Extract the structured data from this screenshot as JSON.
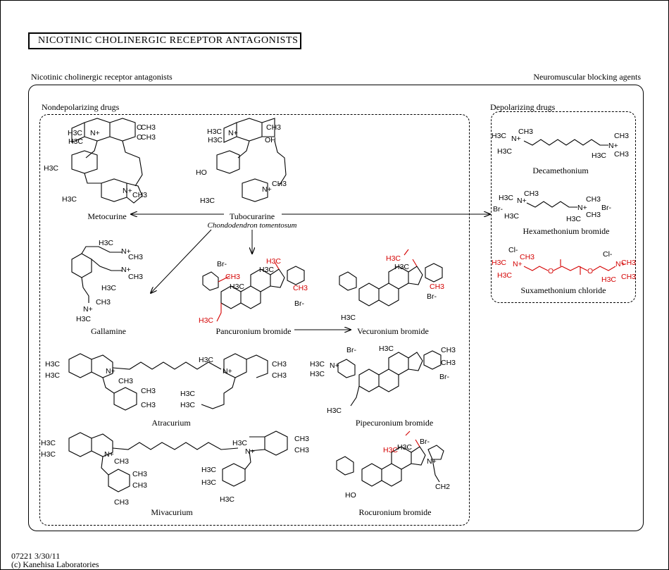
{
  "title": "NICOTINIC  CHOLINERGIC  RECEPTOR  ANTAGONISTS",
  "groups": {
    "nicotinic": "Nicotinic cholinergic receptor antagonists",
    "neuromuscular": "Neuromuscular blocking agents",
    "nondepolarizing": "Nondepolarizing drugs",
    "depolarizing": "Depolarizing drugs"
  },
  "compounds": {
    "metocurine": "Metocurine",
    "tubocurarine": "Tubocurarine",
    "tubocurarine_source": "Chondodendron tomentosum",
    "gallamine": "Gallamine",
    "pancuronium": "Pancuronium bromide",
    "vecuronium": "Vecuronium bromide",
    "atracurium": "Atracurium",
    "pipecuronium": "Pipecuronium bromide",
    "mivacurium": "Mivacurium",
    "rocuronium": "Rocuronium bromide",
    "decamethonium": "Decamethonium",
    "hexamethonium": "Hexamethonium bromide",
    "suxamethonium": "Suxamethonium chloride"
  },
  "atom_labels": {
    "methyl": "CH3",
    "methyl_left": "H3C",
    "n_plus": "N+",
    "oh": "OH",
    "ho": "HO",
    "br": "Br-",
    "cl": "Cl-",
    "ch2": "CH2",
    "o": "O"
  },
  "footer": {
    "code": "07221 3/30/11",
    "copyright": "(c) Kanehisa Laboratories"
  },
  "colors": {
    "highlight": "#d40000",
    "line": "#000000"
  }
}
